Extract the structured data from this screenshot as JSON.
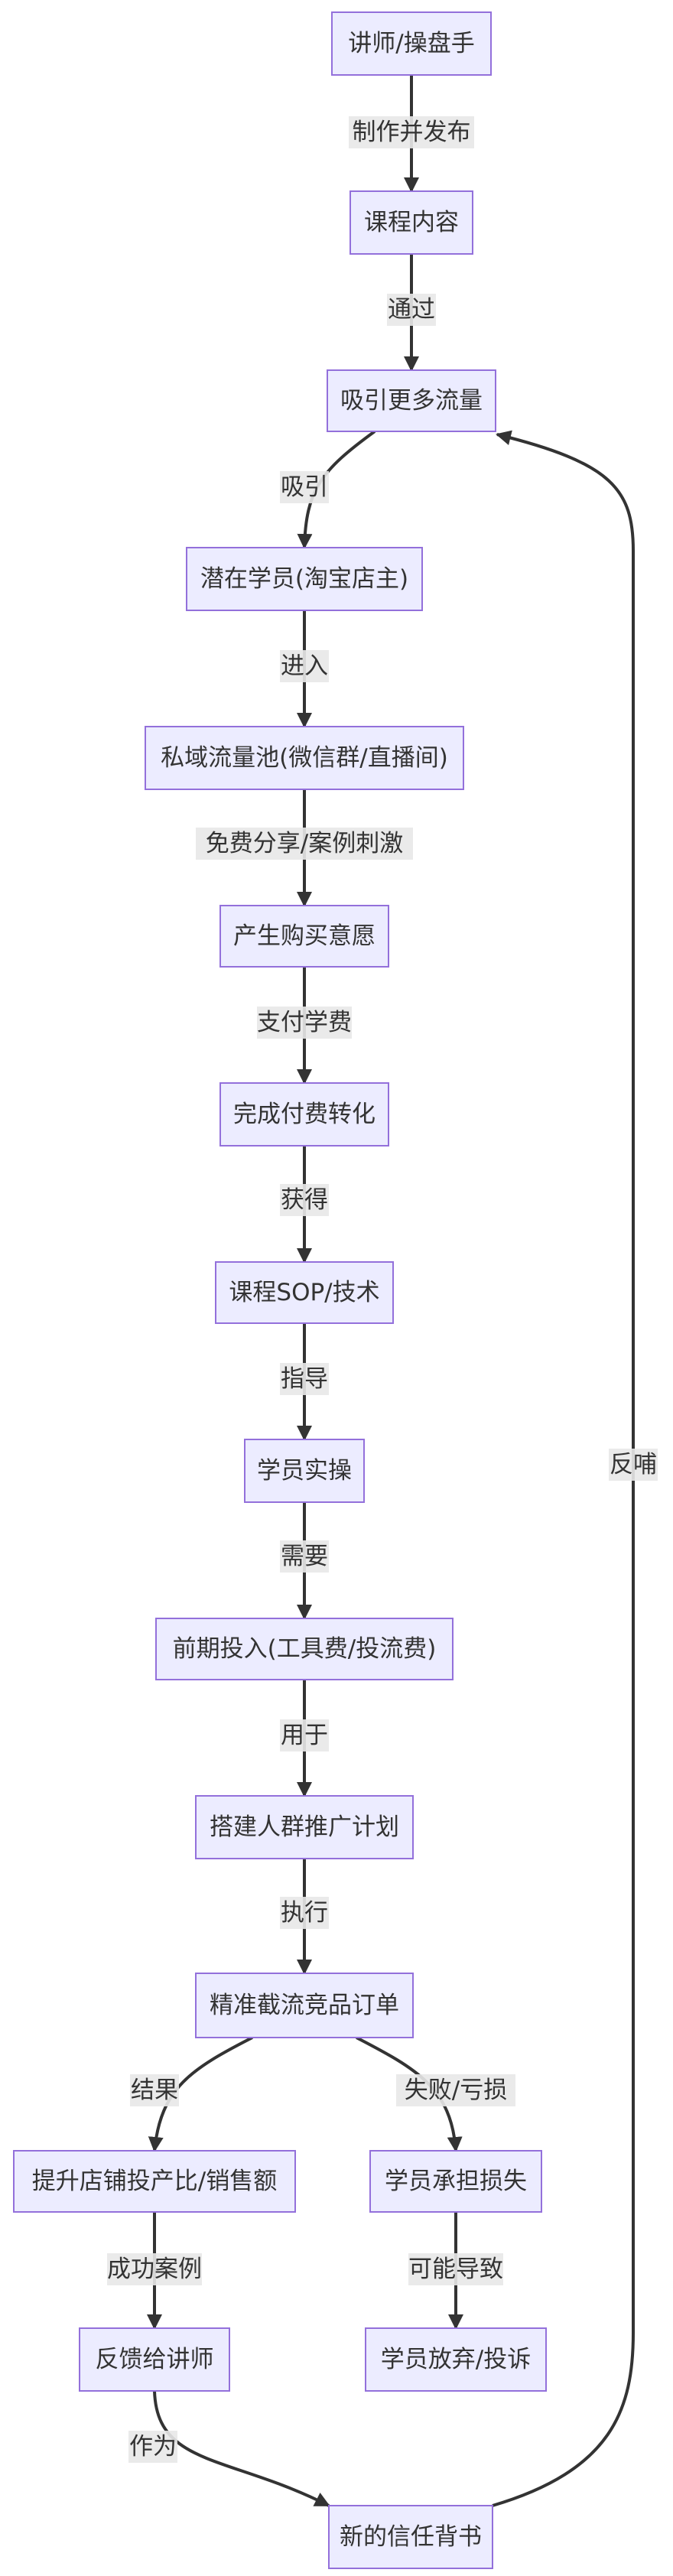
{
  "nodes": {
    "instructor": "讲师/操盘手",
    "course": "课程内容",
    "traffic": "吸引更多流量",
    "prospects": "潜在学员(淘宝店主)",
    "private_pool": "私域流量池(微信群/直播间)",
    "purchase_intent": "产生购买意愿",
    "conversion": "完成付费转化",
    "sop": "课程SOP/技术",
    "practice": "学员实操",
    "investment": "前期投入(工具费/投流费)",
    "campaign": "搭建人群推广计划",
    "intercept": "精准截流竞品订单",
    "improve_sales": "提升店铺投产比/销售额",
    "bear_loss": "学员承担损失",
    "feedback": "反馈给讲师",
    "give_up": "学员放弃/投诉",
    "endorsement": "新的信任背书"
  },
  "edges": {
    "e1": "制作并发布",
    "e2": "通过",
    "e3": "吸引",
    "e4": "进入",
    "e5": "免费分享/案例刺激",
    "e6": "支付学费",
    "e7": "获得",
    "e8": "指导",
    "e9": "需要",
    "e10": "用于",
    "e11": "执行",
    "e12": "结果",
    "e13": "失败/亏损",
    "e14": "成功案例",
    "e15": "可能导致",
    "e16": "作为",
    "e17": "反哺"
  },
  "colors": {
    "node_fill": "#ECECFF",
    "node_stroke": "#9370DB",
    "edge": "#333333",
    "label_bg": "#E8E8E8",
    "text": "#333333"
  }
}
